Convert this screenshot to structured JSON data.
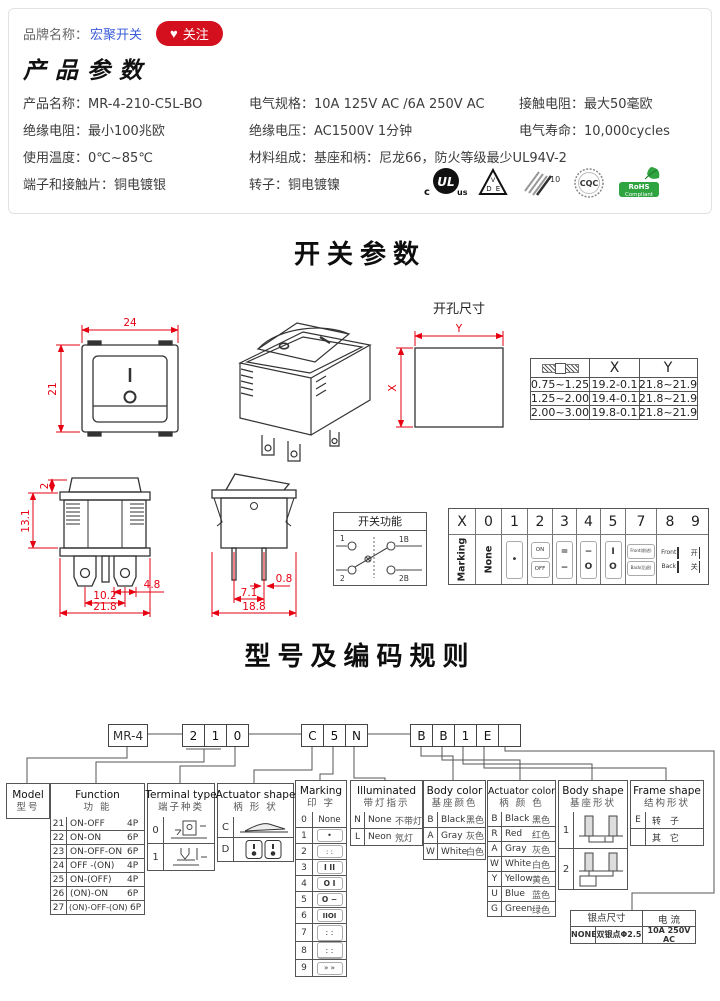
{
  "colors": {
    "accent_red": "#d4101f",
    "link_blue": "#3a5dd9",
    "dim_red": "#e60012"
  },
  "brand": {
    "label": "品牌名称：",
    "name": "宏聚开关",
    "follow_icon": "♥",
    "follow": "关注"
  },
  "product": {
    "title": "产品参数",
    "fields": [
      {
        "label": "产品名称：",
        "value": "MR-4-210-C5L-BO"
      },
      {
        "label": "电气规格：",
        "value": "10A 125V AC /6A 250V AC"
      },
      {
        "label": "接触电阻：",
        "value": "最大50毫欧"
      },
      {
        "label": "绝缘电阻：",
        "value": "最小100兆欧"
      },
      {
        "label": "绝缘电压：",
        "value": "AC1500V 1分钟"
      },
      {
        "label": "电气寿命：",
        "value": "10,000cycles"
      },
      {
        "label": "使用温度：",
        "value": "0℃~85℃"
      },
      {
        "label": "材料组成：",
        "value": "基座和柄：尼龙66，防火等级最少UL94V-2"
      },
      {
        "label": "端子和接触片：",
        "value": "铜电镀银"
      },
      {
        "label": "转子：",
        "value": "铜电镀镍"
      }
    ],
    "certs": {
      "ul_c": "c",
      "ul_main": "UL",
      "ul_us": "us",
      "vde_v": "V",
      "vde_d": "D",
      "vde_e": "E",
      "enec": "10",
      "cqc": "CQC",
      "rohs": "RoHS",
      "rohs_sub": "Compliant"
    }
  },
  "sw": {
    "title": "开关参数",
    "hole_label": "开孔尺寸",
    "dims": {
      "w": "24",
      "h": "21",
      "cap": "2",
      "body": "13.1",
      "lug": "4.8",
      "pitch": "10.2",
      "width": "21.8",
      "leg": "0.8",
      "legpitch": "7.1",
      "depth": "18.8",
      "x": "X",
      "y": "Y"
    },
    "holetable": {
      "cx": "X",
      "cy": "Y",
      "r": [
        [
          "0.75~1.25",
          "19.2-0.1",
          "21.8~21.9"
        ],
        [
          "1.25~2.00",
          "19.4-0.1",
          "21.8~21.9"
        ],
        [
          "2.00~3.00",
          "19.8-0.1",
          "21.8~21.9"
        ]
      ]
    },
    "func": {
      "title": "开关功能",
      "t1": "1",
      "t1b": "1B",
      "t2": "2",
      "t2b": "2B"
    },
    "mark": {
      "h": [
        "X",
        "0",
        "1",
        "2",
        "3",
        "4",
        "5",
        "7",
        "8",
        "9"
      ],
      "rowlabel": "Marking",
      "none": "None",
      "dot": "•",
      "c2t": "ON",
      "c2b": "OFF",
      "c3t": "=",
      "c3b": "−",
      "c4t": "−",
      "c4b": "O",
      "c5t": "I",
      "c5b": "O",
      "c7t": "Front(前进)",
      "c7b": "Back(后退)",
      "c8t": "Front",
      "c8b": "Back",
      "c9t": "开",
      "c9b": "关"
    }
  },
  "coding": {
    "title": "型号及编码规则",
    "boxes": {
      "model": "MR-4",
      "g1": [
        "2",
        "1",
        "0"
      ],
      "g2": [
        "C",
        "5",
        "N"
      ],
      "g3": [
        "B",
        "B",
        "1",
        "E",
        ""
      ]
    },
    "model": {
      "en": "Model",
      "cn": "型号"
    },
    "function": {
      "en": "Function",
      "cn": "功 能",
      "rows": [
        [
          "21",
          "ON-OFF",
          "4P"
        ],
        [
          "22",
          "ON-ON",
          "6P"
        ],
        [
          "23",
          "ON-OFF-ON",
          "6P"
        ],
        [
          "24",
          "OFF -(ON)",
          "4P"
        ],
        [
          "25",
          "ON-(OFF)",
          "4P"
        ],
        [
          "26",
          "(ON)-ON",
          "6P"
        ],
        [
          "27",
          "(ON)-OFF-(ON)",
          "6P"
        ]
      ]
    },
    "terminal": {
      "en": "Terminal type",
      "cn": "端子种类",
      "r0": "0",
      "r1": "1"
    },
    "ashape": {
      "en": "Actuator shape",
      "cn": "柄 形 状",
      "r0": "C",
      "r1": "D"
    },
    "marking": {
      "en": "Marking",
      "cn": "印 字",
      "rows": [
        [
          "0",
          "None"
        ],
        [
          "1",
          "•"
        ],
        [
          "2",
          ": :"
        ],
        [
          "3",
          "I II"
        ],
        [
          "4",
          "O I"
        ],
        [
          "5",
          "O −"
        ],
        [
          "6",
          "IIOI"
        ],
        [
          "7",
          ": :"
        ],
        [
          "8",
          ": :"
        ],
        [
          "9",
          "» »"
        ]
      ]
    },
    "illum": {
      "en": "Illuminated",
      "cn": "带灯指示",
      "rows": [
        [
          "N",
          "None",
          "不带灯"
        ],
        [
          "L",
          "Neon",
          "氖灯"
        ]
      ]
    },
    "bcolor": {
      "en": "Body color",
      "cn": "基座颜色",
      "rows": [
        [
          "B",
          "Black",
          "黑色"
        ],
        [
          "A",
          "Gray",
          "灰色"
        ],
        [
          "W",
          "White",
          "白色"
        ]
      ]
    },
    "acolor": {
      "en": "Actuator color",
      "cn": "柄 颜 色",
      "rows": [
        [
          "B",
          "Black",
          "黑色"
        ],
        [
          "R",
          "Red",
          "红色"
        ],
        [
          "A",
          "Gray",
          "灰色"
        ],
        [
          "W",
          "White",
          "白色"
        ],
        [
          "Y",
          "Yellow",
          "黄色"
        ],
        [
          "U",
          "Blue",
          "蓝色"
        ],
        [
          "G",
          "Green",
          "绿色"
        ]
      ]
    },
    "bshape": {
      "en": "Body shape",
      "cn": "基座形状",
      "r0": "1",
      "r1": "2"
    },
    "fshape": {
      "en": "Frame shape",
      "cn": "结构形状",
      "rows": [
        [
          "E",
          "转 子"
        ],
        [
          "",
          "其 它"
        ]
      ]
    },
    "silver": {
      "h1": "银点尺寸",
      "h2": "电 流",
      "c1": "NONE",
      "c2": "双银点Φ2.5",
      "c3": "10A 250V AC"
    }
  }
}
